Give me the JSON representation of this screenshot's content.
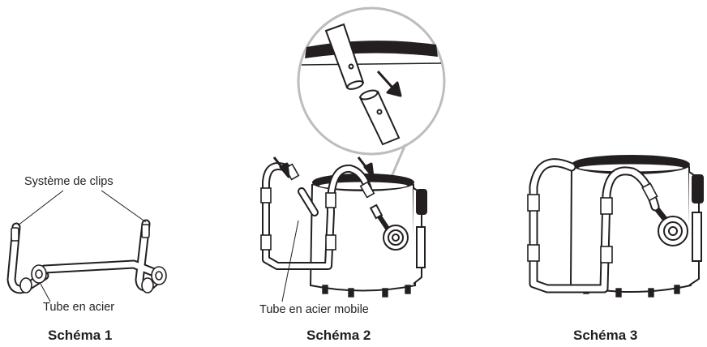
{
  "diagram1": {
    "label_clips": "Système de clips",
    "label_tube": "Tube en acier",
    "caption": "Schéma 1"
  },
  "diagram2": {
    "label_tube": "Tube en acier mobile",
    "caption": "Schéma 2"
  },
  "diagram3": {
    "caption": "Schéma 3"
  }
}
